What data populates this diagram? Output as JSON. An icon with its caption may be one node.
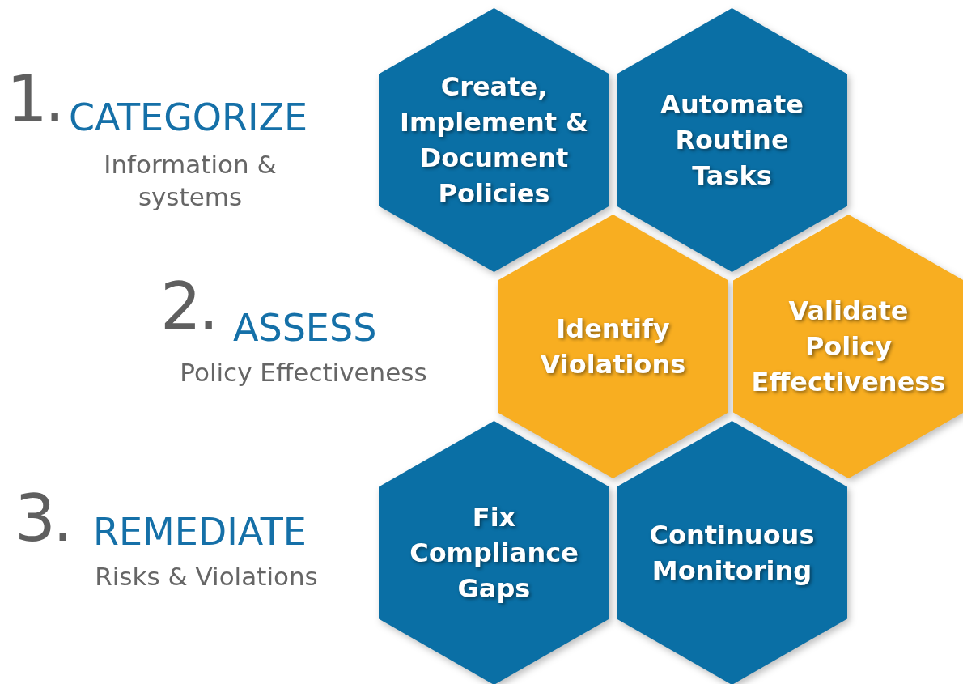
{
  "diagram": {
    "nodes": [
      {
        "text": [
          "Create, Implement & Document Policies"
        ]
      },
      {
        "text": [
          "Automate Routine Tasks"
        ]
      },
      {
        "text": [
          "Identify Violations"
        ]
      },
      {
        "text": [
          "Validate Policy Effectiveness"
        ]
      },
      {
        "text": [
          "Fix Compliance Gaps"
        ]
      },
      {
        "text": [
          "Continuous Monitoring"
        ]
      }
    ],
    "edges": [],
    "labels": [
      "1.",
      "CATEGORIZE",
      "Information & systems",
      "2.",
      "ASSESS",
      "Policy Effectiveness",
      "3.",
      "REMEDIATE",
      "Risks & Violations"
    ]
  }
}
